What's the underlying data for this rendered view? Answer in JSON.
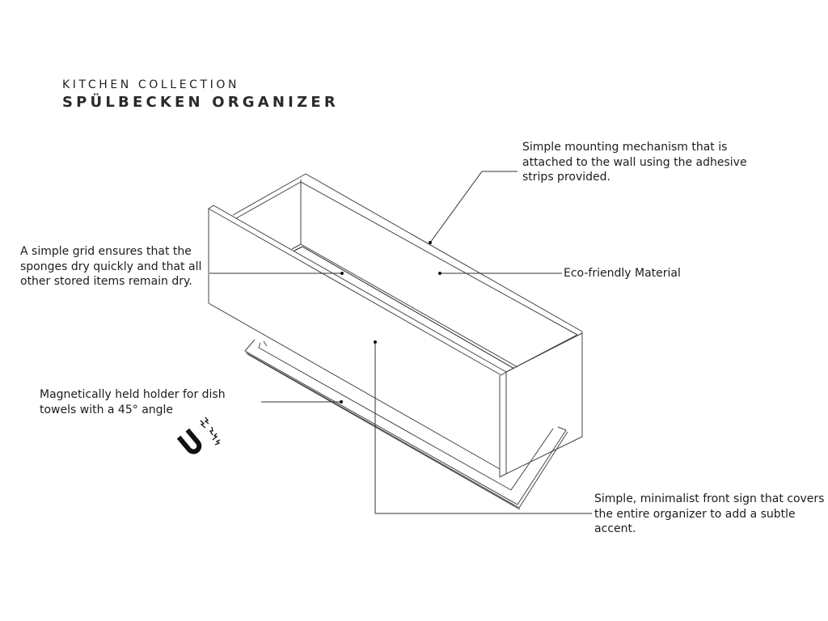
{
  "header": {
    "collection": "KITCHEN COLLECTION",
    "product_title": "SPÜLBECKEN ORGANIZER"
  },
  "annotations": {
    "mounting": "Simple mounting mechanism that is attached to the wall using the adhesive strips provided.",
    "grid": "A simple grid ensures that the sponges dry quickly and that all other stored items remain dry.",
    "material": "Eco-friendly Material",
    "magnet_holder": "Magnetically held holder for dish towels with a 45° angle",
    "front_sign": "Simple, minimalist front sign that covers the entire organizer to add a subtle accent."
  },
  "icons": {
    "magnet": "magnet-icon"
  },
  "colors": {
    "background": "#ffffff",
    "line": "#333333",
    "text": "#1c1c1c"
  }
}
